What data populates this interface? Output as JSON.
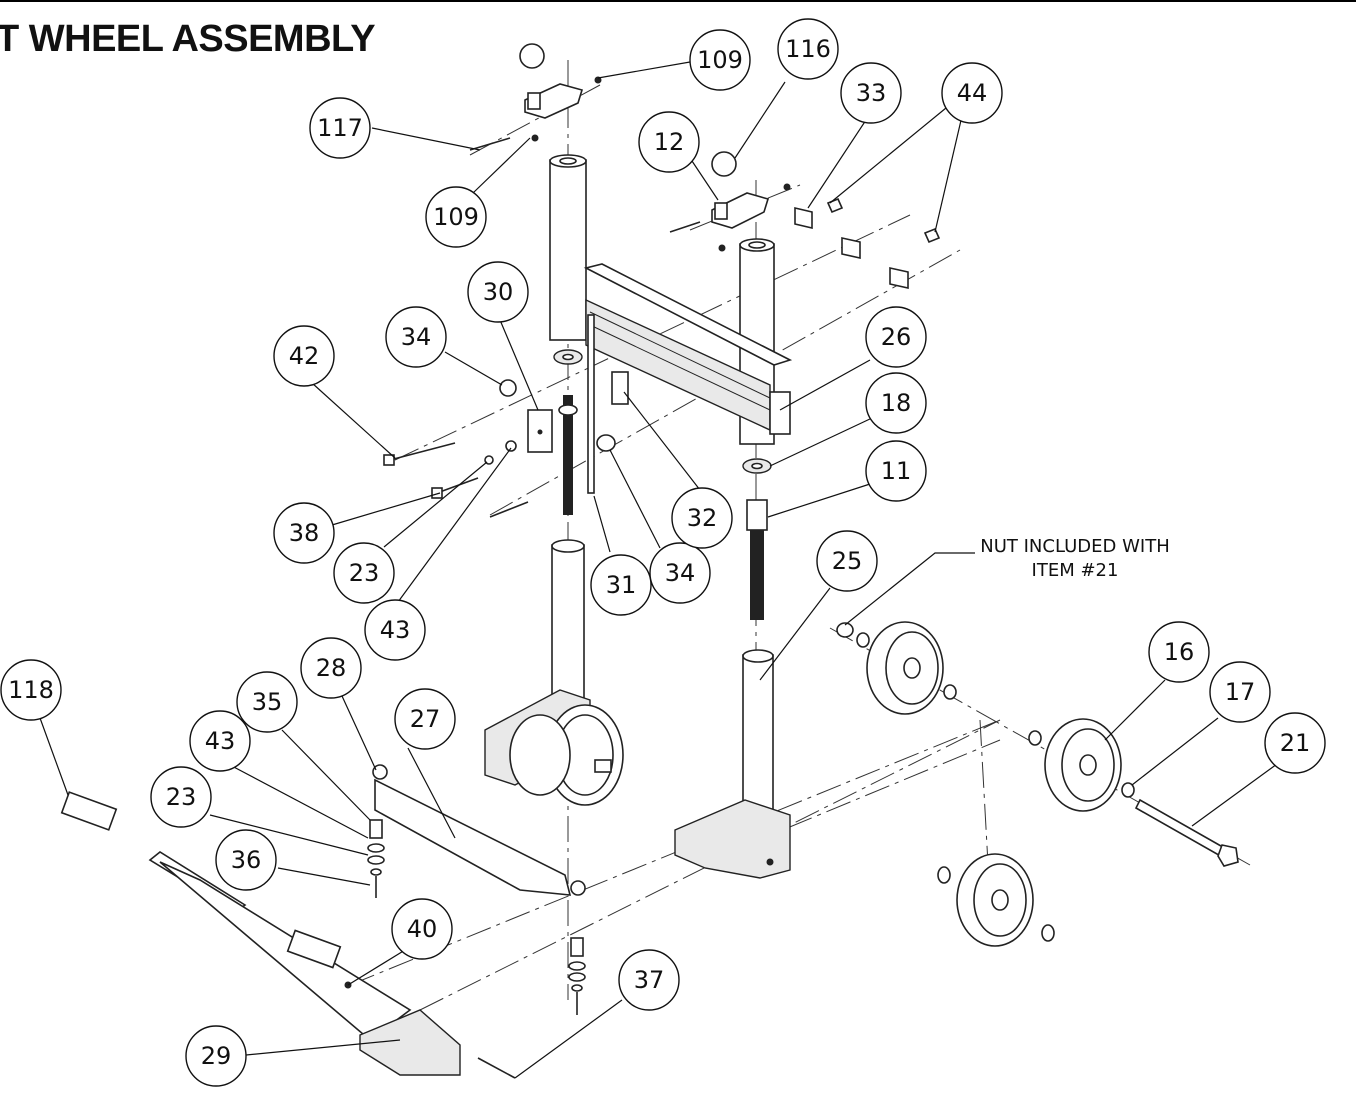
{
  "title": "T WHEEL ASSEMBLY",
  "note": {
    "line1": "NUT INCLUDED WITH",
    "line2": "ITEM #21"
  },
  "balloons": [
    {
      "id": "b117",
      "label": "117"
    },
    {
      "id": "b109a",
      "label": "109"
    },
    {
      "id": "b109b",
      "label": "109"
    },
    {
      "id": "b116",
      "label": "116"
    },
    {
      "id": "b12",
      "label": "12"
    },
    {
      "id": "b33",
      "label": "33"
    },
    {
      "id": "b44",
      "label": "44"
    },
    {
      "id": "b30",
      "label": "30"
    },
    {
      "id": "b34a",
      "label": "34"
    },
    {
      "id": "b42",
      "label": "42"
    },
    {
      "id": "b26",
      "label": "26"
    },
    {
      "id": "b18",
      "label": "18"
    },
    {
      "id": "b11",
      "label": "11"
    },
    {
      "id": "b38",
      "label": "38"
    },
    {
      "id": "b23a",
      "label": "23"
    },
    {
      "id": "b43a",
      "label": "43"
    },
    {
      "id": "b31",
      "label": "31"
    },
    {
      "id": "b34b",
      "label": "34"
    },
    {
      "id": "b32",
      "label": "32"
    },
    {
      "id": "b25",
      "label": "25"
    },
    {
      "id": "b16",
      "label": "16"
    },
    {
      "id": "b17",
      "label": "17"
    },
    {
      "id": "b21",
      "label": "21"
    },
    {
      "id": "b118",
      "label": "118"
    },
    {
      "id": "b28",
      "label": "28"
    },
    {
      "id": "b35",
      "label": "35"
    },
    {
      "id": "b27",
      "label": "27"
    },
    {
      "id": "b43b",
      "label": "43"
    },
    {
      "id": "b23b",
      "label": "23"
    },
    {
      "id": "b36",
      "label": "36"
    },
    {
      "id": "b40",
      "label": "40"
    },
    {
      "id": "b37",
      "label": "37"
    },
    {
      "id": "b29",
      "label": "29"
    }
  ]
}
